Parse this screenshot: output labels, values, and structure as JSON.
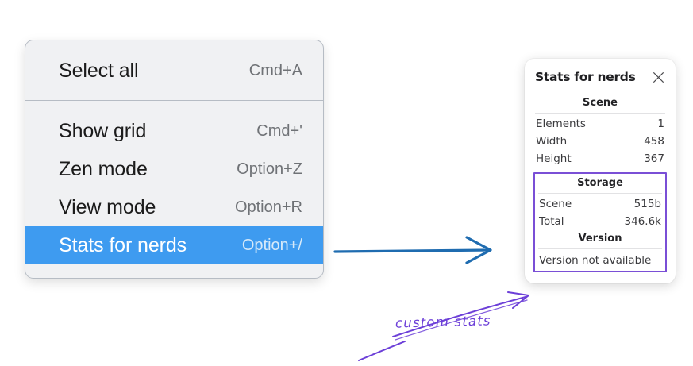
{
  "context_menu": {
    "groups": [
      {
        "items": [
          {
            "label": "Select all",
            "shortcut": "Cmd+A",
            "selected": false
          }
        ]
      },
      {
        "items": [
          {
            "label": "Show grid",
            "shortcut": "Cmd+'",
            "selected": false
          },
          {
            "label": "Zen mode",
            "shortcut": "Option+Z",
            "selected": false
          },
          {
            "label": "View mode",
            "shortcut": "Option+R",
            "selected": false
          },
          {
            "label": "Stats for nerds",
            "shortcut": "Option+/",
            "selected": true
          }
        ]
      }
    ],
    "highlight_color": "#3e9bf0"
  },
  "stats_panel": {
    "title": "Stats for nerds",
    "close_icon": "close-icon",
    "sections": [
      {
        "heading": "Scene",
        "rows": [
          {
            "key": "Elements",
            "value": "1"
          },
          {
            "key": "Width",
            "value": "458"
          },
          {
            "key": "Height",
            "value": "367"
          }
        ]
      },
      {
        "heading": "Storage",
        "rows": [
          {
            "key": "Scene",
            "value": "515b"
          },
          {
            "key": "Total",
            "value": "346.6k"
          }
        ]
      },
      {
        "heading": "Version",
        "note": "Version not available"
      }
    ],
    "highlight_box_color": "#7a4fd6"
  },
  "annotations": {
    "handwritten_label": "custom stats",
    "handwriting_color": "#6c3fd8",
    "arrow_color": "#1f6cb0"
  }
}
